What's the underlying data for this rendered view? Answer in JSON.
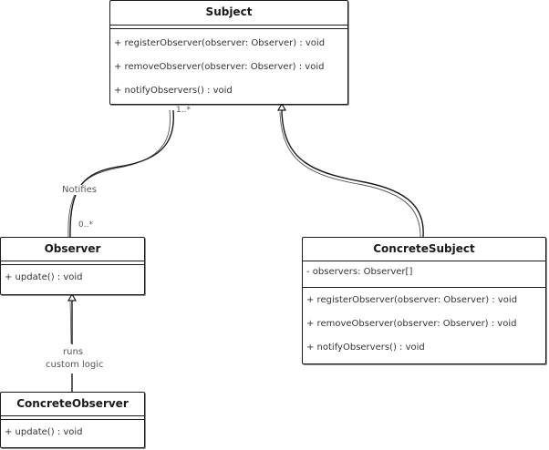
{
  "subject": {
    "name": "Subject",
    "methods": [
      "+ registerObserver(observer: Observer) : void",
      "+ removeObserver(observer: Observer) : void",
      "+ notifyObservers() : void"
    ]
  },
  "observer": {
    "name": "Observer",
    "methods": [
      "+ update() : void"
    ]
  },
  "concrete_subject": {
    "name": "ConcreteSubject",
    "attributes": [
      "- observers: Observer[]"
    ],
    "methods": [
      "+ registerObserver(observer: Observer) : void",
      "+ removeObserver(observer: Observer) : void",
      "+ notifyObservers() : void"
    ]
  },
  "concrete_observer": {
    "name": "ConcreteObserver",
    "methods": [
      "+ update() : void"
    ]
  },
  "relations": {
    "notifies_label": "Notifies",
    "subject_multiplicity": "1..*",
    "observer_multiplicity": "0..*",
    "runs_label_line1": "runs",
    "runs_label_line2": "custom logic"
  }
}
